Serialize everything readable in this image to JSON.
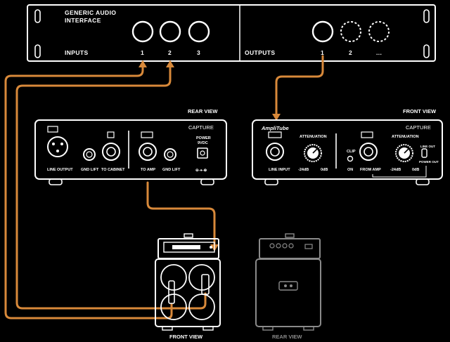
{
  "interface": {
    "title_line1": "GENERIC AUDIO",
    "title_line2": "INTERFACE",
    "inputs_label": "INPUTS",
    "outputs_label": "OUTPUTS",
    "input_numbers": [
      "1",
      "2",
      "3"
    ],
    "output_numbers": [
      "1",
      "2",
      "..."
    ]
  },
  "rear_unit": {
    "view_label": "REAR VIEW",
    "brand": "CAPTURE",
    "line_output": "LINE OUTPUT",
    "gnd_lift_1": "GND LIFT",
    "to_cabinet": "TO CABINET",
    "to_amp": "TO AMP",
    "gnd_lift_2": "GND LIFT",
    "power_line1": "POWER",
    "power_line2": "9VDC"
  },
  "front_unit": {
    "view_label": "FRONT VIEW",
    "brand": "CAPTURE",
    "logo": "AmpliTube",
    "line_input": "LINE INPUT",
    "attenuation_1": "ATTENUATION",
    "att1_min": "-24dB",
    "att1_max": "0dB",
    "clip": "CLIP",
    "on": "ON",
    "from_amp": "FROM AMP",
    "attenuation_2": "ATTENUATION",
    "att2_min": "-24dB",
    "att2_max": "0dB",
    "line_out": "LINE OUT",
    "power_out": "POWER OUT"
  },
  "amp_stacks": {
    "left_label": "FRONT VIEW",
    "right_label": "REAR VIEW"
  },
  "colors": {
    "cable": "#d8893a",
    "outline": "#ffffff",
    "dim_outline": "#8a8a8a"
  }
}
